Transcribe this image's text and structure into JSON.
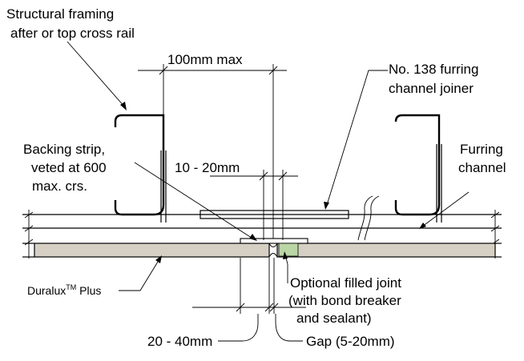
{
  "labels": {
    "structural_framing_line1": "Structural framing",
    "structural_framing_line2": "after or top cross rail",
    "dim_100": "100mm max",
    "furring_joiner_line1": "No. 138 furring",
    "furring_joiner_line2": "channel joiner",
    "backing_strip_line1": "Backing strip,",
    "backing_strip_line2": "veted at 600",
    "backing_strip_line3": "max. crs.",
    "dim_10_20": "10 - 20mm",
    "furring_channel_line1": "Furring",
    "furring_channel_line2": "channel",
    "duralux_name": "Duralux",
    "duralux_tm": "TM",
    "duralux_suffix": " Plus",
    "optional_joint_line1": "Optional filled joint",
    "optional_joint_line2": "(with bond breaker",
    "optional_joint_line3": "and sealant)",
    "dim_20_40": "20 - 40mm",
    "gap": "Gap (5-20mm)"
  },
  "colors": {
    "board_fill": "#d6d0c4",
    "filler_fill": "#b9d6a4",
    "line": "#000000"
  }
}
